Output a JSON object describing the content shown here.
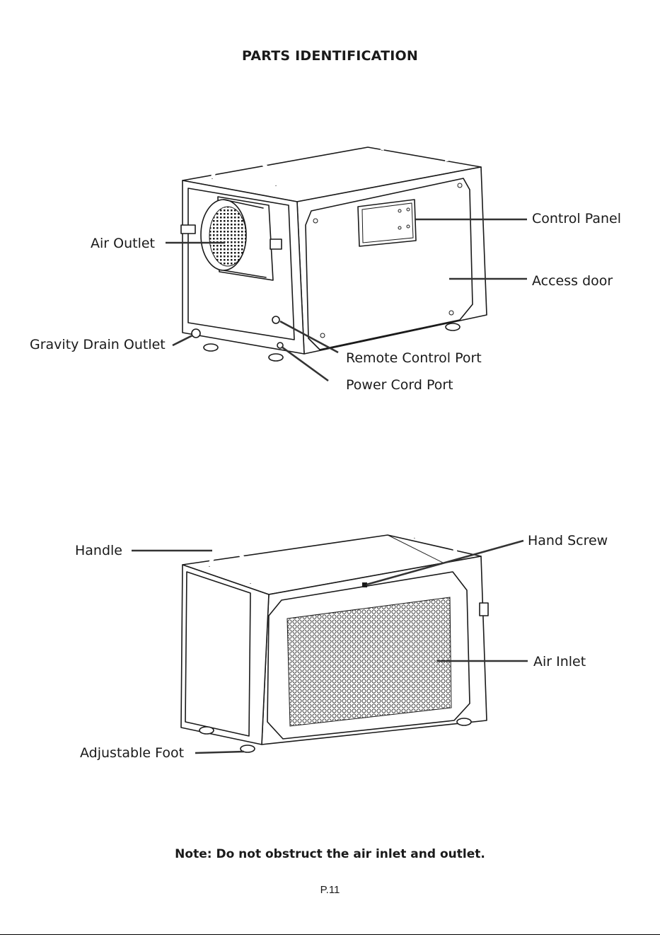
{
  "page": {
    "title": "PARTS IDENTIFICATION",
    "note": "Note: Do not obstruct the air inlet and outlet.",
    "page_number": "P.11"
  },
  "figure_front": {
    "labels": {
      "control_panel": "Control Panel",
      "air_outlet": "Air Outlet",
      "access_door": "Access door",
      "gravity_drain_outlet": "Gravity Drain Outlet",
      "remote_control_port": "Remote Control Port",
      "power_cord_port": "Power Cord Port"
    }
  },
  "figure_back": {
    "labels": {
      "handle": "Handle",
      "hand_screw": "Hand Screw",
      "air_inlet": "Air Inlet",
      "adjustable_foot": "Adjustable Foot"
    }
  }
}
